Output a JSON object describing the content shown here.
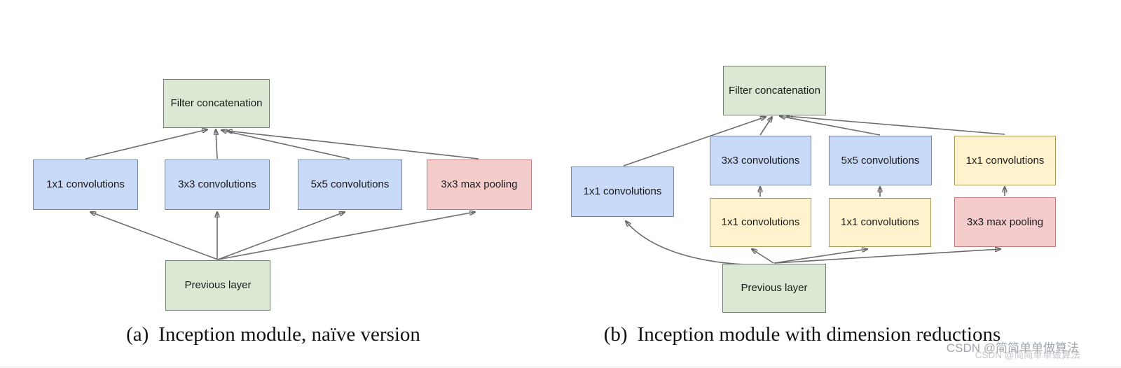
{
  "colors": {
    "green_fill": "#dbe8d3",
    "green_border": "#737d6d",
    "blue_fill": "#c9daf8",
    "blue_border": "#7387a8",
    "yellow_fill": "#fff2cc",
    "yellow_border": "#a89a5f",
    "red_fill": "#f4cccc",
    "red_border": "#bf7d7d",
    "arrow": "#6b6b6b",
    "node_text": "#1b1b1b",
    "caption_text": "#111111",
    "watermark": "#a2a7ac",
    "watermark_echo": "#b9bec3"
  },
  "diagram_a": {
    "nodes": {
      "filter_concat": "Filter concatenation",
      "conv_1x1": "1x1 convolutions",
      "conv_3x3": "3x3 convolutions",
      "conv_5x5": "5x5 convolutions",
      "max_pool": "3x3 max pooling",
      "previous_layer": "Previous layer"
    },
    "caption": {
      "label": "(a)",
      "text": "Inception module, naïve version"
    }
  },
  "diagram_b": {
    "nodes": {
      "filter_concat": "Filter concatenation",
      "conv_1x1_branch": "1x1 convolutions",
      "conv_3x3": "3x3 convolutions",
      "conv_5x5": "5x5 convolutions",
      "conv_1x1_after_pool": "1x1 convolutions",
      "reduce_1x1_left": "1x1 convolutions",
      "reduce_1x1_right": "1x1 convolutions",
      "max_pool": "3x3 max pooling",
      "previous_layer": "Previous layer"
    },
    "caption": {
      "label": "(b)",
      "text": "Inception module with dimension reductions"
    }
  },
  "watermark": {
    "text": "CSDN @简简单单做算法"
  }
}
